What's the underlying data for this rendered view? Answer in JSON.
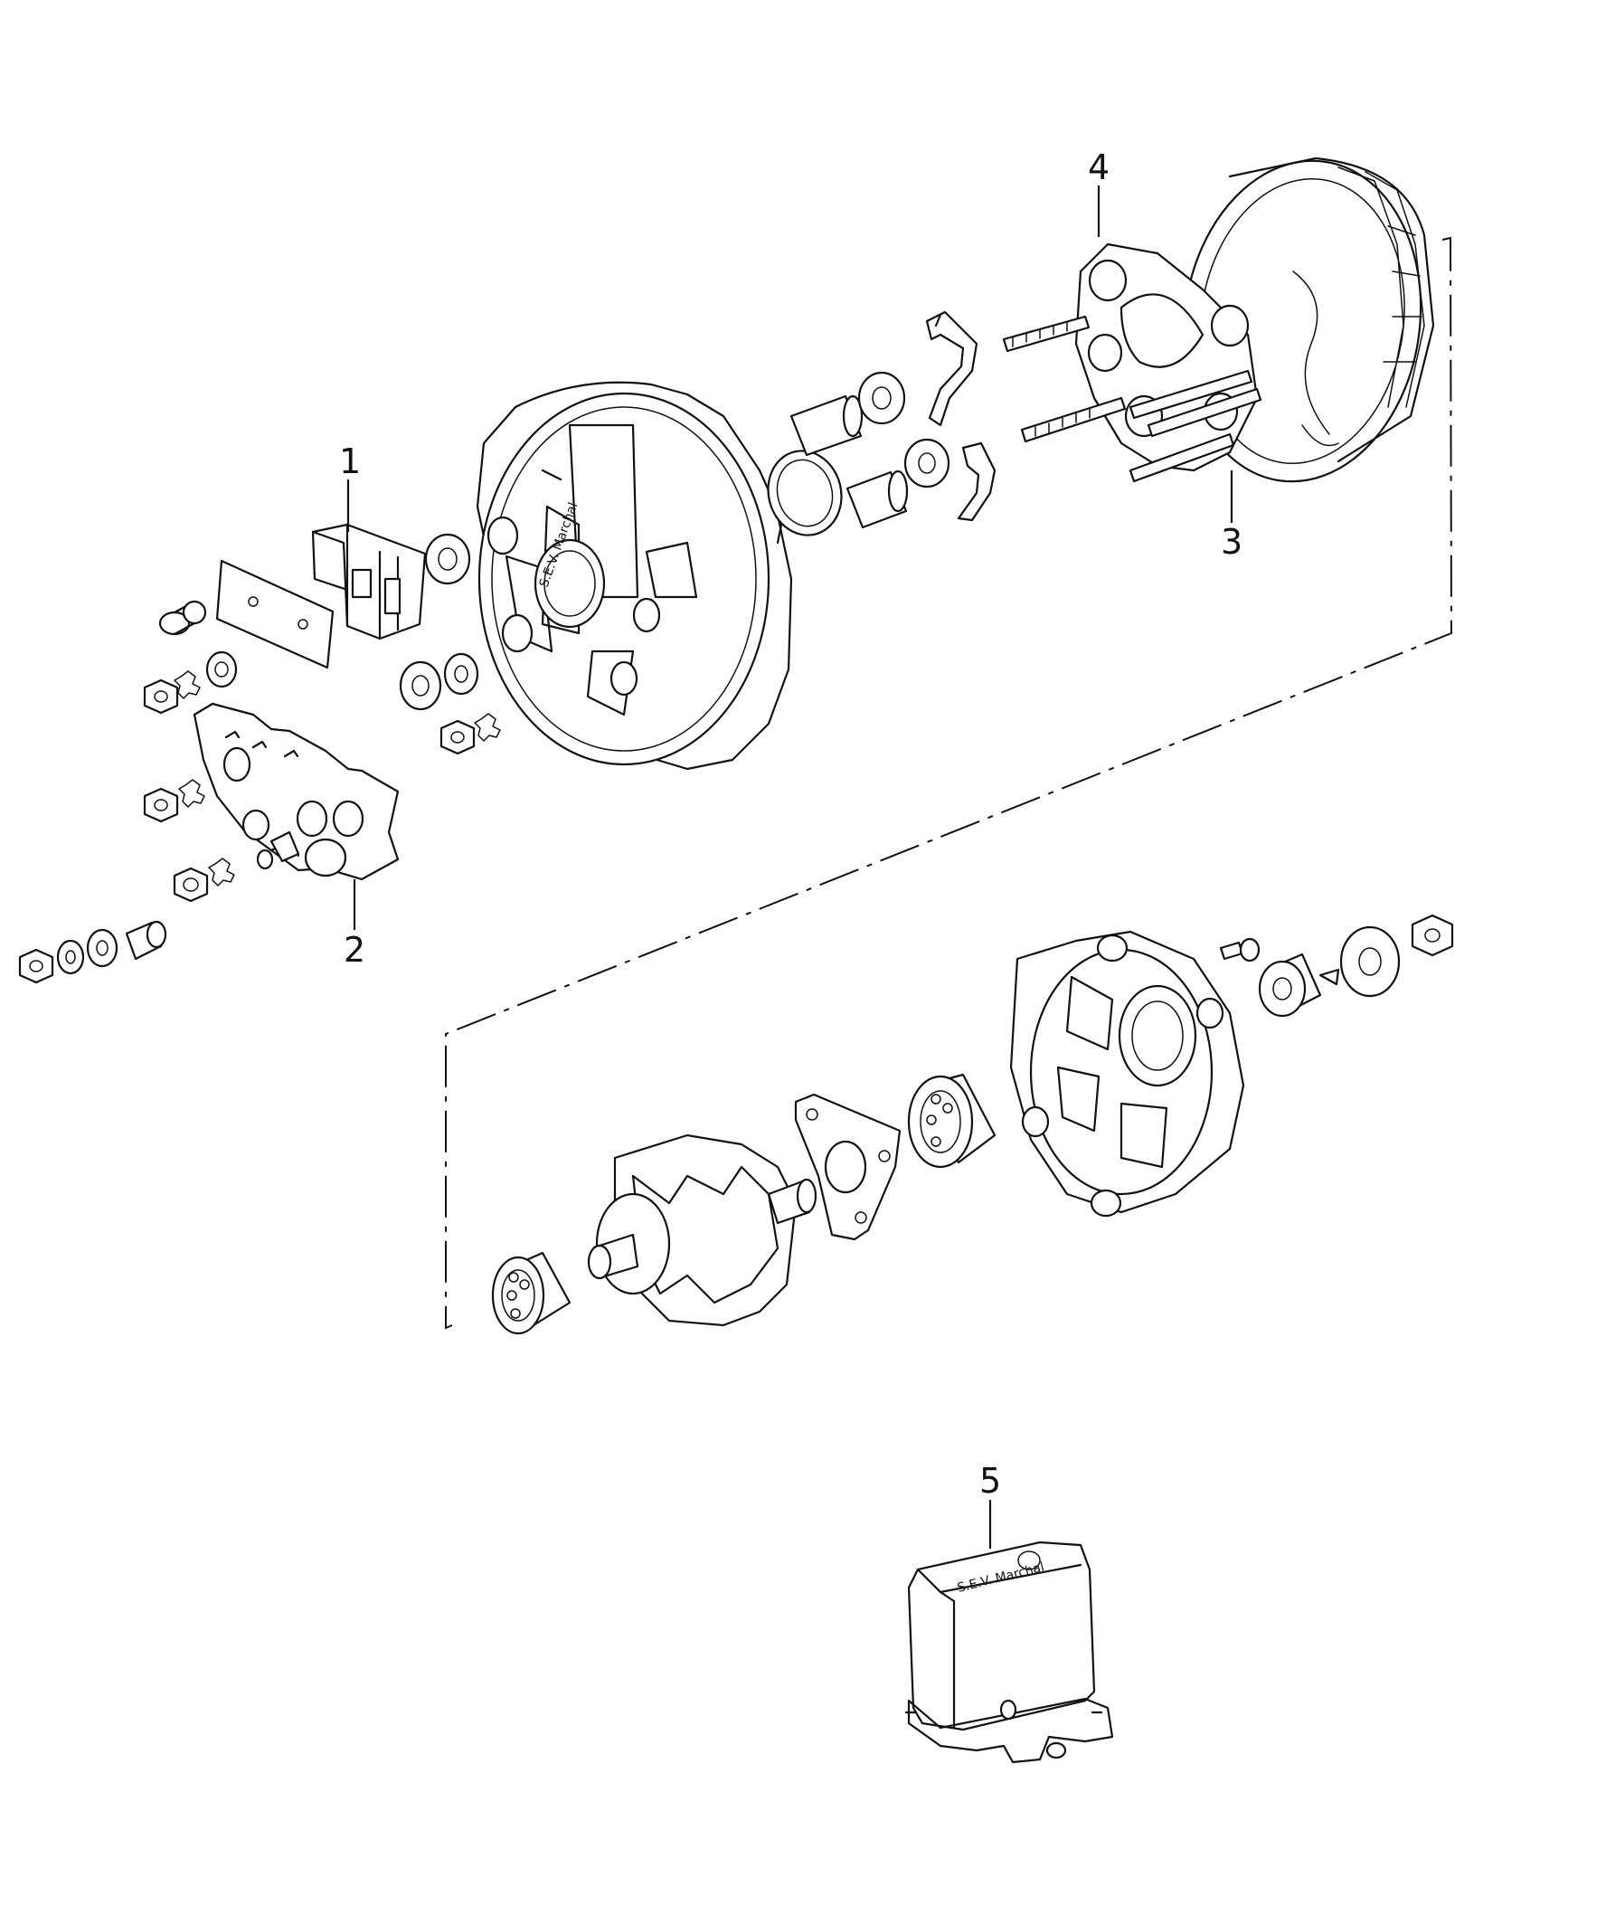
{
  "callouts": [
    {
      "id": "1",
      "label": "1"
    },
    {
      "id": "2",
      "label": "2"
    },
    {
      "id": "3",
      "label": "3"
    },
    {
      "id": "4",
      "label": "4"
    },
    {
      "id": "5",
      "label": "5"
    }
  ],
  "stamps": {
    "cover_stamp": "S.E.V. Marchal",
    "regulator_stamp": "S.E.V. Marchal"
  }
}
